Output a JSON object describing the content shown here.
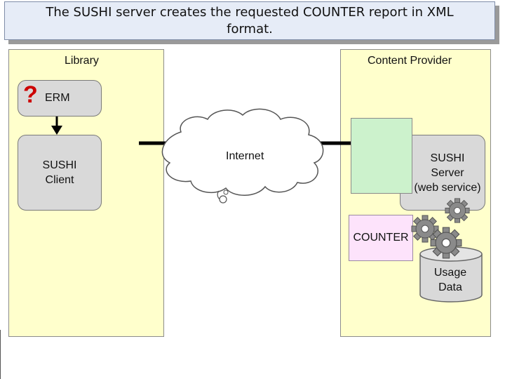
{
  "title": "The SUSHI server creates the requested COUNTER report in XML format.",
  "library": {
    "label": "Library",
    "erm_label": "ERM",
    "question_mark": "?",
    "sushi_client_line1": "SUSHI",
    "sushi_client_line2": "Client"
  },
  "network": {
    "internet_label": "Internet"
  },
  "content_provider": {
    "label": "Content Provider",
    "sushi_server_line1": "SUSHI",
    "sushi_server_line2": "Server",
    "sushi_server_line3": "(web service)",
    "counter_label": "COUNTER",
    "usage_data_line1": "Usage",
    "usage_data_line2": "Data"
  },
  "colors": {
    "panel_fill": "#ffffcc",
    "title_fill": "#e6ecf7",
    "box_fill": "#d9d9d9",
    "green_fill": "#ccf2cc",
    "counter_fill": "#fde3fb",
    "question_red": "#cc0000",
    "gear_gray": "#8a8a8a"
  },
  "icons": [
    "question-mark-icon",
    "cloud-icon",
    "arrow-down-icon",
    "gear-icon",
    "database-icon"
  ]
}
